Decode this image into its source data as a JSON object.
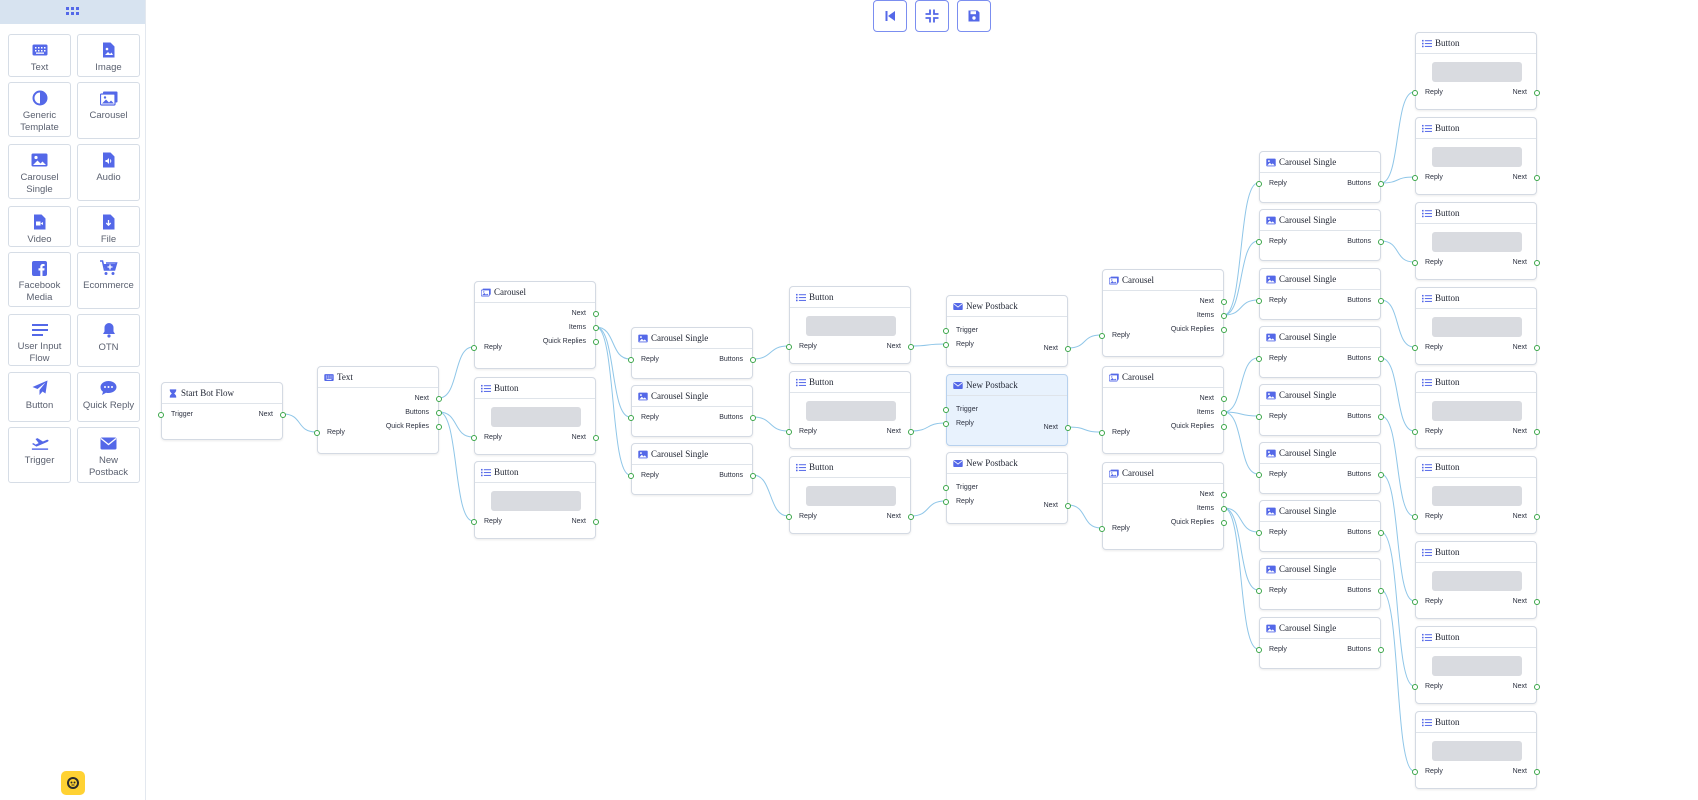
{
  "sidebar": {
    "tools": [
      {
        "label": "Text",
        "icon": "keyboard-icon"
      },
      {
        "label": "Image",
        "icon": "image-file-icon"
      },
      {
        "label": "Generic\nTemplate",
        "icon": "half-circle-icon"
      },
      {
        "label": "Carousel",
        "icon": "images-icon"
      },
      {
        "label": "Carousel\nSingle",
        "icon": "image-icon"
      },
      {
        "label": "Audio",
        "icon": "audio-file-icon"
      },
      {
        "label": "Video",
        "icon": "video-file-icon"
      },
      {
        "label": "File",
        "icon": "download-file-icon"
      },
      {
        "label": "Facebook\nMedia",
        "icon": "facebook-icon"
      },
      {
        "label": "Ecommerce",
        "icon": "cart-plus-icon"
      },
      {
        "label": "User Input\nFlow",
        "icon": "list-lines-icon"
      },
      {
        "label": "OTN",
        "icon": "bell-icon"
      },
      {
        "label": "Button",
        "icon": "paper-plane-icon"
      },
      {
        "label": "Quick Reply",
        "icon": "chat-bubble-icon"
      },
      {
        "label": "Trigger",
        "icon": "plane-departure-icon"
      },
      {
        "label": "New\nPostback",
        "icon": "envelope-icon"
      }
    ]
  },
  "toolbar": {
    "buttons": [
      {
        "name": "reset-view-button",
        "icon": "skip-back-icon"
      },
      {
        "name": "fit-view-button",
        "icon": "compress-icon"
      },
      {
        "name": "save-button",
        "icon": "floppy-disk-icon"
      }
    ]
  },
  "colors": {
    "accent": "#5468e8",
    "port": "#3aa648",
    "wire": "#8fc6e8",
    "selected": "#e8f2fd"
  },
  "nodes": [
    {
      "id": "start",
      "title": "Start Bot Flow",
      "icon": "hourglass-icon",
      "inputs": [
        "Trigger"
      ],
      "outputs": [
        "Next"
      ]
    },
    {
      "id": "text1",
      "title": "Text",
      "icon": "keyboard-icon",
      "inputs": [
        "Reply"
      ],
      "outputs": [
        "Next",
        "Buttons",
        "Quick Replies"
      ]
    },
    {
      "id": "car1",
      "title": "Carousel",
      "icon": "images-icon",
      "inputs": [
        "Reply"
      ],
      "outputs": [
        "Next",
        "Items",
        "Quick Replies"
      ]
    },
    {
      "id": "btn_a1",
      "title": "Button",
      "icon": "list-icon",
      "inputs": [
        "Reply"
      ],
      "outputs": [
        "Next"
      ]
    },
    {
      "id": "btn_a2",
      "title": "Button",
      "icon": "list-icon",
      "inputs": [
        "Reply"
      ],
      "outputs": [
        "Next"
      ]
    },
    {
      "id": "cs1",
      "title": "Carousel Single",
      "icon": "image-icon",
      "inputs": [
        "Reply"
      ],
      "outputs": [
        "Buttons"
      ]
    },
    {
      "id": "cs2",
      "title": "Carousel Single",
      "icon": "image-icon",
      "inputs": [
        "Reply"
      ],
      "outputs": [
        "Buttons"
      ]
    },
    {
      "id": "cs3",
      "title": "Carousel Single",
      "icon": "image-icon",
      "inputs": [
        "Reply"
      ],
      "outputs": [
        "Buttons"
      ]
    },
    {
      "id": "btn_b1",
      "title": "Button",
      "icon": "list-icon",
      "inputs": [
        "Reply"
      ],
      "outputs": [
        "Next"
      ]
    },
    {
      "id": "btn_b2",
      "title": "Button",
      "icon": "list-icon",
      "inputs": [
        "Reply"
      ],
      "outputs": [
        "Next"
      ]
    },
    {
      "id": "btn_b3",
      "title": "Button",
      "icon": "list-icon",
      "inputs": [
        "Reply"
      ],
      "outputs": [
        "Next"
      ]
    },
    {
      "id": "np1",
      "title": "New Postback",
      "icon": "envelope-icon",
      "inputs": [
        "Trigger",
        "Reply"
      ],
      "outputs": [
        "Next"
      ]
    },
    {
      "id": "np2",
      "title": "New Postback",
      "icon": "envelope-icon",
      "inputs": [
        "Trigger",
        "Reply"
      ],
      "outputs": [
        "Next"
      ],
      "selected": true
    },
    {
      "id": "np3",
      "title": "New Postback",
      "icon": "envelope-icon",
      "inputs": [
        "Trigger",
        "Reply"
      ],
      "outputs": [
        "Next"
      ]
    },
    {
      "id": "car2",
      "title": "Carousel",
      "icon": "images-icon",
      "inputs": [
        "Reply"
      ],
      "outputs": [
        "Next",
        "Items",
        "Quick Replies"
      ]
    },
    {
      "id": "car3",
      "title": "Carousel",
      "icon": "images-icon",
      "inputs": [
        "Reply"
      ],
      "outputs": [
        "Next",
        "Items",
        "Quick Replies"
      ]
    },
    {
      "id": "car4",
      "title": "Carousel",
      "icon": "images-icon",
      "inputs": [
        "Reply"
      ],
      "outputs": [
        "Next",
        "Items",
        "Quick Replies"
      ]
    },
    {
      "id": "cs4",
      "title": "Carousel Single",
      "icon": "image-icon",
      "inputs": [
        "Reply"
      ],
      "outputs": [
        "Buttons"
      ]
    },
    {
      "id": "cs5",
      "title": "Carousel Single",
      "icon": "image-icon",
      "inputs": [
        "Reply"
      ],
      "outputs": [
        "Buttons"
      ]
    },
    {
      "id": "cs6",
      "title": "Carousel Single",
      "icon": "image-icon",
      "inputs": [
        "Reply"
      ],
      "outputs": [
        "Buttons"
      ]
    },
    {
      "id": "cs7",
      "title": "Carousel Single",
      "icon": "image-icon",
      "inputs": [
        "Reply"
      ],
      "outputs": [
        "Buttons"
      ]
    },
    {
      "id": "cs8",
      "title": "Carousel Single",
      "icon": "image-icon",
      "inputs": [
        "Reply"
      ],
      "outputs": [
        "Buttons"
      ]
    },
    {
      "id": "cs9",
      "title": "Carousel Single",
      "icon": "image-icon",
      "inputs": [
        "Reply"
      ],
      "outputs": [
        "Buttons"
      ]
    },
    {
      "id": "cs10",
      "title": "Carousel Single",
      "icon": "image-icon",
      "inputs": [
        "Reply"
      ],
      "outputs": [
        "Buttons"
      ]
    },
    {
      "id": "cs11",
      "title": "Carousel Single",
      "icon": "image-icon",
      "inputs": [
        "Reply"
      ],
      "outputs": [
        "Buttons"
      ]
    },
    {
      "id": "cs12",
      "title": "Carousel Single",
      "icon": "image-icon",
      "inputs": [
        "Reply"
      ],
      "outputs": [
        "Buttons"
      ]
    },
    {
      "id": "btn_c1",
      "title": "Button",
      "icon": "list-icon",
      "inputs": [
        "Reply"
      ],
      "outputs": [
        "Next"
      ]
    },
    {
      "id": "btn_c2",
      "title": "Button",
      "icon": "list-icon",
      "inputs": [
        "Reply"
      ],
      "outputs": [
        "Next"
      ]
    },
    {
      "id": "btn_c3",
      "title": "Button",
      "icon": "list-icon",
      "inputs": [
        "Reply"
      ],
      "outputs": [
        "Next"
      ]
    },
    {
      "id": "btn_c4",
      "title": "Button",
      "icon": "list-icon",
      "inputs": [
        "Reply"
      ],
      "outputs": [
        "Next"
      ]
    },
    {
      "id": "btn_c5",
      "title": "Button",
      "icon": "list-icon",
      "inputs": [
        "Reply"
      ],
      "outputs": [
        "Next"
      ]
    },
    {
      "id": "btn_c6",
      "title": "Button",
      "icon": "list-icon",
      "inputs": [
        "Reply"
      ],
      "outputs": [
        "Next"
      ]
    },
    {
      "id": "btn_c7",
      "title": "Button",
      "icon": "list-icon",
      "inputs": [
        "Reply"
      ],
      "outputs": [
        "Next"
      ]
    },
    {
      "id": "btn_c8",
      "title": "Button",
      "icon": "list-icon",
      "inputs": [
        "Reply"
      ],
      "outputs": [
        "Next"
      ]
    },
    {
      "id": "btn_c9",
      "title": "Button",
      "icon": "list-icon",
      "inputs": [
        "Reply"
      ],
      "outputs": [
        "Next"
      ]
    }
  ],
  "connections": [
    [
      "start",
      "Next",
      "text1",
      "Reply"
    ],
    [
      "text1",
      "Next",
      "car1",
      "Reply"
    ],
    [
      "text1",
      "Buttons",
      "btn_a1",
      "Reply"
    ],
    [
      "text1",
      "Buttons",
      "btn_a2",
      "Reply"
    ],
    [
      "car1",
      "Items",
      "cs1",
      "Reply"
    ],
    [
      "car1",
      "Items",
      "cs2",
      "Reply"
    ],
    [
      "car1",
      "Items",
      "cs3",
      "Reply"
    ],
    [
      "cs1",
      "Buttons",
      "btn_b1",
      "Reply"
    ],
    [
      "cs2",
      "Buttons",
      "btn_b2",
      "Reply"
    ],
    [
      "cs3",
      "Buttons",
      "btn_b3",
      "Reply"
    ],
    [
      "btn_b1",
      "Next",
      "np1",
      "Reply"
    ],
    [
      "btn_b2",
      "Next",
      "np2",
      "Reply"
    ],
    [
      "btn_b3",
      "Next",
      "np3",
      "Reply"
    ],
    [
      "np1",
      "Next",
      "car2",
      "Reply"
    ],
    [
      "np2",
      "Next",
      "car3",
      "Reply"
    ],
    [
      "np3",
      "Next",
      "car4",
      "Reply"
    ],
    [
      "car2",
      "Items",
      "cs4",
      "Reply"
    ],
    [
      "car2",
      "Items",
      "cs5",
      "Reply"
    ],
    [
      "car2",
      "Items",
      "cs6",
      "Reply"
    ],
    [
      "car3",
      "Items",
      "cs7",
      "Reply"
    ],
    [
      "car3",
      "Items",
      "cs8",
      "Reply"
    ],
    [
      "car3",
      "Items",
      "cs9",
      "Reply"
    ],
    [
      "car4",
      "Items",
      "cs10",
      "Reply"
    ],
    [
      "car4",
      "Items",
      "cs11",
      "Reply"
    ],
    [
      "car4",
      "Items",
      "cs12",
      "Reply"
    ],
    [
      "cs4",
      "Buttons",
      "btn_c1",
      "Reply"
    ],
    [
      "cs4",
      "Buttons",
      "btn_c2",
      "Reply"
    ],
    [
      "cs5",
      "Buttons",
      "btn_c3",
      "Reply"
    ],
    [
      "cs6",
      "Buttons",
      "btn_c4",
      "Reply"
    ],
    [
      "cs7",
      "Buttons",
      "btn_c5",
      "Reply"
    ],
    [
      "cs8",
      "Buttons",
      "btn_c6",
      "Reply"
    ],
    [
      "cs9",
      "Buttons",
      "btn_c7",
      "Reply"
    ],
    [
      "cs10",
      "Buttons",
      "btn_c8",
      "Reply"
    ],
    [
      "cs11",
      "Buttons",
      "btn_c9",
      "Reply"
    ]
  ]
}
